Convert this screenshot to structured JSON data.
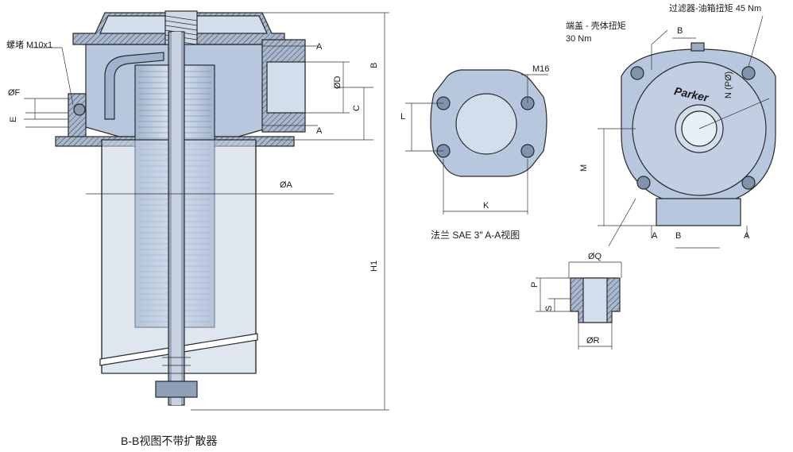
{
  "labels": {
    "plug": "螺堵  M10x1",
    "dia_f": "ØF",
    "e": "E",
    "dia_d": "ØD",
    "c": "C",
    "b_right": "B",
    "a_top": "A",
    "a_bottom": "A",
    "dia_a": "ØA",
    "h1": "H1",
    "caption_section": "B-B视图不带扩散器",
    "m16": "M16",
    "l": "L",
    "k": "K",
    "caption_flange": "法兰 SAE 3\"  A-A视图",
    "cover_torque_line1": "端盖 - 壳体扭矩",
    "cover_torque_line2": "30 Nm",
    "tank_torque": "过滤器-油箱扭矩 45 Nm",
    "b_top": "B",
    "n_pd": "N (PØ)",
    "brand": "Parker",
    "m": "M",
    "a_left": "A",
    "b_bottom": "B",
    "a_right": "A",
    "dia_q": "ØQ",
    "p": "P",
    "s": "S",
    "dia_r": "ØR"
  },
  "colors": {
    "body": "#b7c7dd",
    "body_light": "#d3deec",
    "body_dark": "#8aa0bd",
    "outline": "#2a2a2a"
  }
}
